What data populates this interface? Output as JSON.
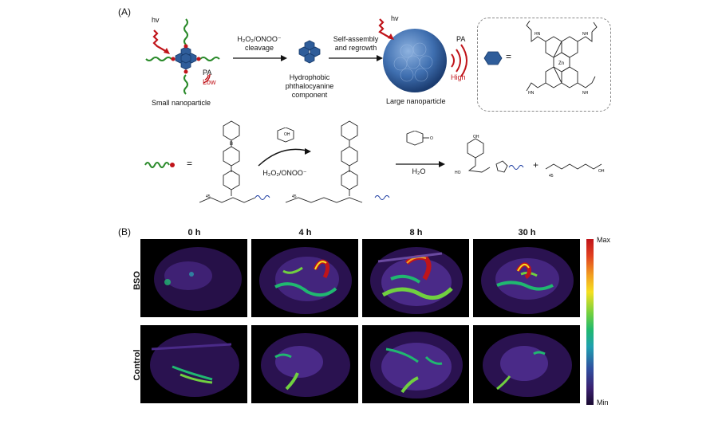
{
  "panelA": {
    "label": "(A)",
    "small": {
      "hv": "hv",
      "pa": "PA",
      "low": "Low",
      "caption": "Small nanoparticle"
    },
    "arrow1": {
      "line1": "H₂O₂/ONOO⁻",
      "line2": "cleavage"
    },
    "phthalo": {
      "line1": "Hydrophobic",
      "line2": "phthalocyanine",
      "line3": "component"
    },
    "arrow2": {
      "line1": "Self-assembly",
      "line2": "and regrowth"
    },
    "large": {
      "hv": "hv",
      "pa": "PA",
      "high": "High",
      "caption": "Large nanoparticle"
    },
    "molecule": {
      "eq": "=",
      "nh": "NH",
      "hn": "HN",
      "zn": "Zn",
      "n": "N",
      "o": "O"
    },
    "scheme": {
      "eq": "=",
      "sub45a": "45",
      "sub45b": "45",
      "sub45c": "45",
      "arrow3": "H₂O₂/ONOO⁻",
      "arrow4": "H₂O",
      "plus": "+",
      "oh": "OH",
      "ho": "HO",
      "b": "B",
      "o": "O"
    }
  },
  "panelB": {
    "label": "(B)",
    "times": [
      "0 h",
      "4 h",
      "8 h",
      "30 h"
    ],
    "rows": [
      "BSO",
      "Control"
    ],
    "colorbar": {
      "max": "Max",
      "min": "Min"
    }
  },
  "colors": {
    "arrowRed": "#c0141a",
    "chainGreen": "#2a8a2a",
    "linkerBlue": "#1a3aa0",
    "np": "#2f5d9a"
  }
}
